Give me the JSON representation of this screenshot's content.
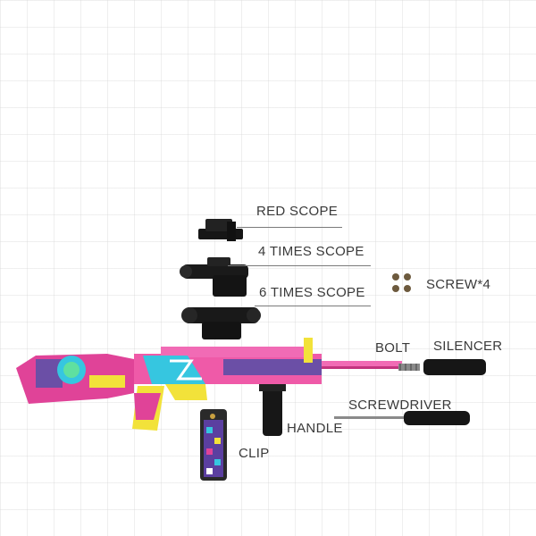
{
  "labels": {
    "red_scope": "RED SCOPE",
    "scope_4x": "4 TIMES SCOPE",
    "scope_6x": "6 TIMES SCOPE",
    "screws": "SCREW*4",
    "bolt": "BOLT",
    "silencer": "SILENCER",
    "screwdriver": "SCREWDRIVER",
    "handle": "HANDLE",
    "clip": "CLIP"
  },
  "colors": {
    "pink": "#e8409a",
    "yellow": "#f2e23a",
    "cyan": "#36c6e0",
    "purple": "#6b4fa6",
    "black": "#1c1c1c",
    "label_text": "#3a3a3a"
  }
}
